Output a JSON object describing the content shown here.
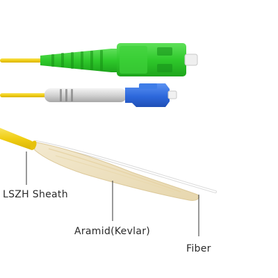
{
  "labels": {
    "sheath": "LSZH Sheath",
    "aramid": "Aramid(Kevlar)",
    "fiber": "Fiber"
  },
  "components": [
    {
      "name": "sc-apc-connector",
      "color": "#33cc2e"
    },
    {
      "name": "lc-upc-connector",
      "color": "#2f6fe0"
    },
    {
      "name": "single-mode-cable",
      "color": "#f3d320"
    }
  ],
  "colors": {
    "sheath_yellow": "#f4d21c",
    "aramid": "#efe3c4",
    "fiber": "#ffffff",
    "leader_line": "#333333",
    "ferrule": "#e6e6e6"
  }
}
